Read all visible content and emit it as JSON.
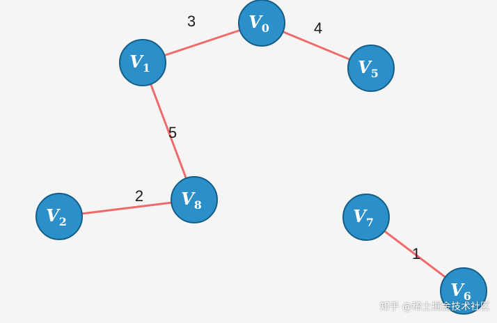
{
  "diagram": {
    "nodes": [
      {
        "id": "V0",
        "letter": "V",
        "sub": "0"
      },
      {
        "id": "V1",
        "letter": "V",
        "sub": "1"
      },
      {
        "id": "V5",
        "letter": "V",
        "sub": "5"
      },
      {
        "id": "V8",
        "letter": "V",
        "sub": "8"
      },
      {
        "id": "V2",
        "letter": "V",
        "sub": "2"
      },
      {
        "id": "V7",
        "letter": "V",
        "sub": "7"
      },
      {
        "id": "V6",
        "letter": "V",
        "sub": "6"
      }
    ],
    "edges": [
      {
        "from": "V1",
        "to": "V0",
        "weight": "3"
      },
      {
        "from": "V0",
        "to": "V5",
        "weight": "4"
      },
      {
        "from": "V1",
        "to": "V8",
        "weight": "5"
      },
      {
        "from": "V2",
        "to": "V8",
        "weight": "2"
      },
      {
        "from": "V7",
        "to": "V6",
        "weight": "1"
      }
    ],
    "colors": {
      "node_fill": "#2b8fc9",
      "node_border": "#145d87",
      "edge": "#f06a6a",
      "background": "#f5f5f5"
    }
  },
  "watermark": {
    "text": "知乎 @稀土掘金技术社区"
  }
}
